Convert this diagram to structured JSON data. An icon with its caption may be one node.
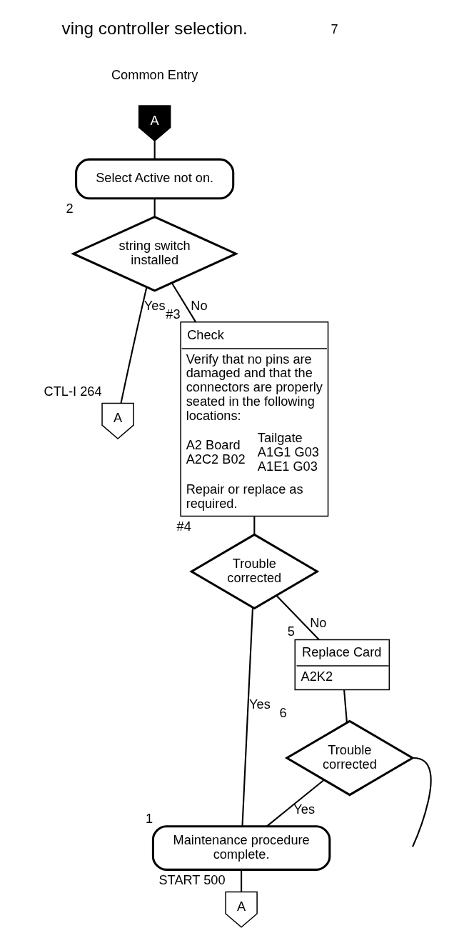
{
  "diagram": {
    "nodes": [
      {
        "text": [
          "A"
        ],
        "beside": [
          "Common Entry"
        ]
      },
      {
        "text": [
          "Select Active not on."
        ]
      },
      {
        "text": [
          "string switch installed"
        ],
        "beside": [
          "2"
        ]
      },
      {
        "text": [
          "A"
        ],
        "beside": [
          "CTL-I 264"
        ]
      },
      {
        "text": [
          "Check",
          "Verify that no pins are damaged and that the connectors are properly seated in the following locations:",
          "A2 Board A2C2 B02",
          "Tailgate A1G1 G03 A1E1 G03",
          "Repair or replace as required."
        ],
        "beside": [
          "#3"
        ]
      },
      {
        "text": [
          "Trouble corrected"
        ],
        "beside": [
          "#4"
        ]
      },
      {
        "text": [
          "Replace Card",
          "A2K2"
        ],
        "beside": [
          "5"
        ]
      },
      {
        "text": [
          "Trouble corrected"
        ],
        "beside": [
          "6"
        ]
      },
      {
        "text": [
          "Maintenance procedure complete."
        ],
        "beside": [
          "1"
        ]
      },
      {
        "text": [
          "A"
        ],
        "beside": [
          "START 500"
        ]
      }
    ],
    "edges": [
      {
        "from": 0,
        "to": 1,
        "arrow": "none"
      },
      {
        "from": 1,
        "to": 2,
        "arrow": "none"
      },
      {
        "from": 2,
        "to": 3,
        "arrow": "none",
        "label": "Yes"
      },
      {
        "from": 2,
        "to": 4,
        "arrow": "none",
        "label": "No"
      },
      {
        "from": 4,
        "to": 5,
        "arrow": "none"
      },
      {
        "from": 5,
        "to": 8,
        "arrow": "none",
        "label": "Yes"
      },
      {
        "from": 5,
        "to": 6,
        "arrow": "none",
        "label": "No"
      },
      {
        "from": 6,
        "to": 7,
        "arrow": "none"
      },
      {
        "from": 7,
        "to": 8,
        "arrow": "none",
        "label": "Yes"
      },
      {
        "from": 7,
        "to": null,
        "arrow": "none"
      },
      {
        "from": 8,
        "to": 9,
        "arrow": "none"
      }
    ],
    "labels": [
      "ving controller selection.",
      "7"
    ]
  }
}
